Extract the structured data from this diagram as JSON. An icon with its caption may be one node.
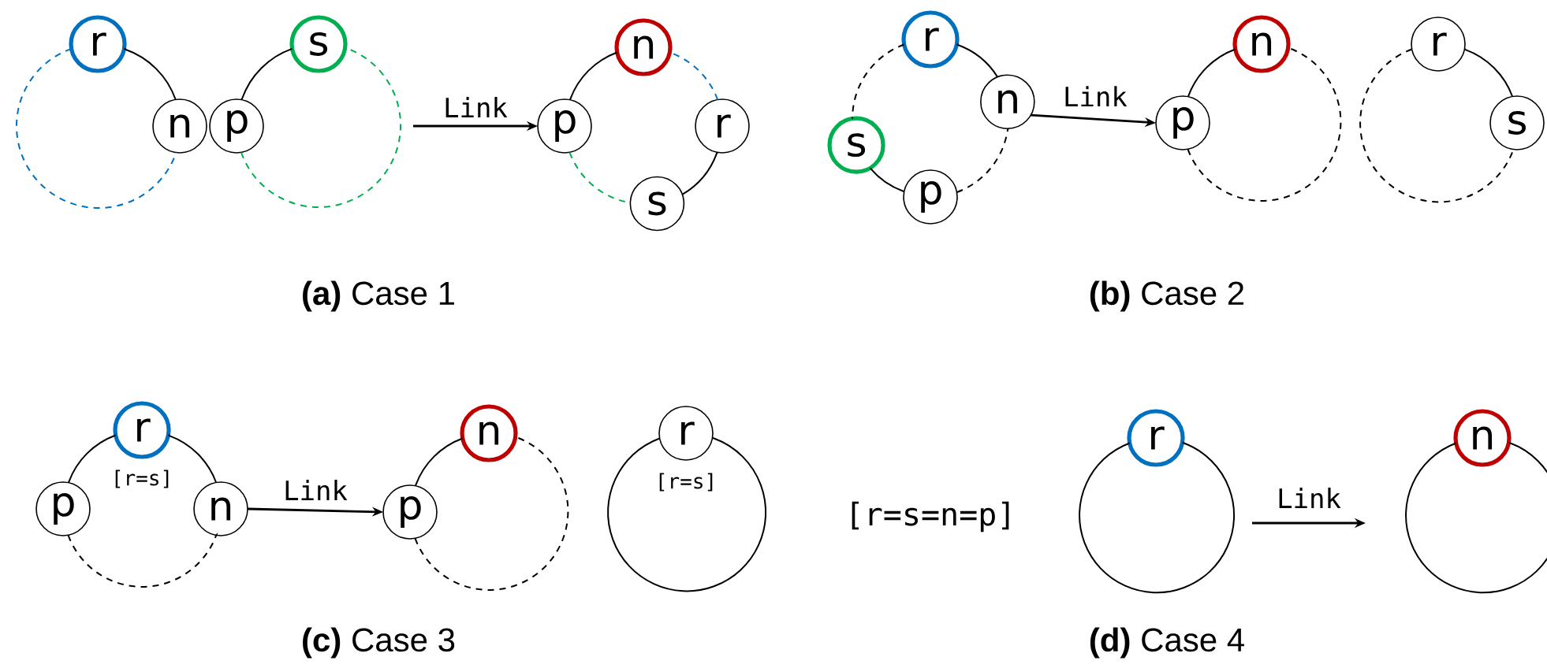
{
  "diagram": {
    "nodes": [
      {
        "text": [
          "r"
        ]
      },
      {
        "text": [
          "n"
        ]
      },
      {
        "text": [
          "p"
        ]
      },
      {
        "text": [
          "s"
        ]
      },
      {
        "text": [
          "p"
        ]
      },
      {
        "text": [
          "n"
        ]
      },
      {
        "text": [
          "r"
        ]
      },
      {
        "text": [
          "s"
        ]
      },
      {
        "text": [
          "r"
        ]
      },
      {
        "text": [
          "n"
        ]
      },
      {
        "text": [
          "s"
        ]
      },
      {
        "text": [
          "p"
        ]
      },
      {
        "text": [
          "p"
        ]
      },
      {
        "text": [
          "n"
        ]
      },
      {
        "text": [
          "r"
        ]
      },
      {
        "text": [
          "s"
        ]
      },
      {
        "text": [
          "r"
        ],
        "beside": [
          "[r=s]"
        ]
      },
      {
        "text": [
          "p"
        ]
      },
      {
        "text": [
          "n"
        ]
      },
      {
        "text": [
          "p"
        ]
      },
      {
        "text": [
          "n"
        ]
      },
      {
        "text": [
          "r"
        ],
        "beside": [
          "[r=s]"
        ]
      },
      {
        "text": [
          "r"
        ]
      },
      {
        "text": [
          "n"
        ]
      }
    ],
    "edges": [
      {
        "from": 1,
        "to": 0,
        "arrow": "none"
      },
      {
        "from": 0,
        "to": 1,
        "arrow": "none",
        "style": "dashed",
        "color": "#0070c0"
      },
      {
        "from": 3,
        "to": 2,
        "arrow": "none"
      },
      {
        "from": 2,
        "to": 3,
        "arrow": "none",
        "style": "dashed",
        "color": "#00b050"
      },
      {
        "from": null,
        "to": 4,
        "arrow": "to",
        "label": "Link"
      },
      {
        "from": 6,
        "to": 5,
        "arrow": "none",
        "style": "dashed",
        "color": "#0070c0"
      },
      {
        "from": 5,
        "to": 4,
        "arrow": "none"
      },
      {
        "from": 4,
        "to": 7,
        "arrow": "none",
        "style": "dashed",
        "color": "#00b050"
      },
      {
        "from": 7,
        "to": 6,
        "arrow": "none"
      },
      {
        "from": 9,
        "to": 8,
        "arrow": "none"
      },
      {
        "from": 8,
        "to": 10,
        "arrow": "none",
        "style": "dashed"
      },
      {
        "from": 10,
        "to": 11,
        "arrow": "none"
      },
      {
        "from": 11,
        "to": 9,
        "arrow": "none",
        "style": "dashed"
      },
      {
        "from": 9,
        "to": 12,
        "arrow": "to",
        "label": "Link"
      },
      {
        "from": 13,
        "to": 12,
        "arrow": "none"
      },
      {
        "from": 12,
        "to": 13,
        "arrow": "none",
        "style": "dashed"
      },
      {
        "from": 15,
        "to": 14,
        "arrow": "none"
      },
      {
        "from": 14,
        "to": 15,
        "arrow": "none",
        "style": "dashed"
      },
      {
        "from": 18,
        "to": 16,
        "arrow": "none"
      },
      {
        "from": 16,
        "to": 17,
        "arrow": "none"
      },
      {
        "from": 17,
        "to": 18,
        "arrow": "none",
        "style": "dashed"
      },
      {
        "from": 18,
        "to": 19,
        "arrow": "to",
        "label": "Link"
      },
      {
        "from": 20,
        "to": 19,
        "arrow": "none"
      },
      {
        "from": 19,
        "to": 20,
        "arrow": "none",
        "style": "dashed"
      },
      {
        "from": 21,
        "to": 21,
        "arrow": "none"
      },
      {
        "from": 22,
        "to": 22,
        "arrow": "none"
      },
      {
        "from": 23,
        "to": 23,
        "arrow": "none"
      }
    ],
    "labels": [
      "**(a)** Case 1",
      "**(b)** Case 2",
      "[r=s=n=p]",
      "Link",
      "**(c)** Case 3",
      "**(d)** Case 4"
    ]
  }
}
